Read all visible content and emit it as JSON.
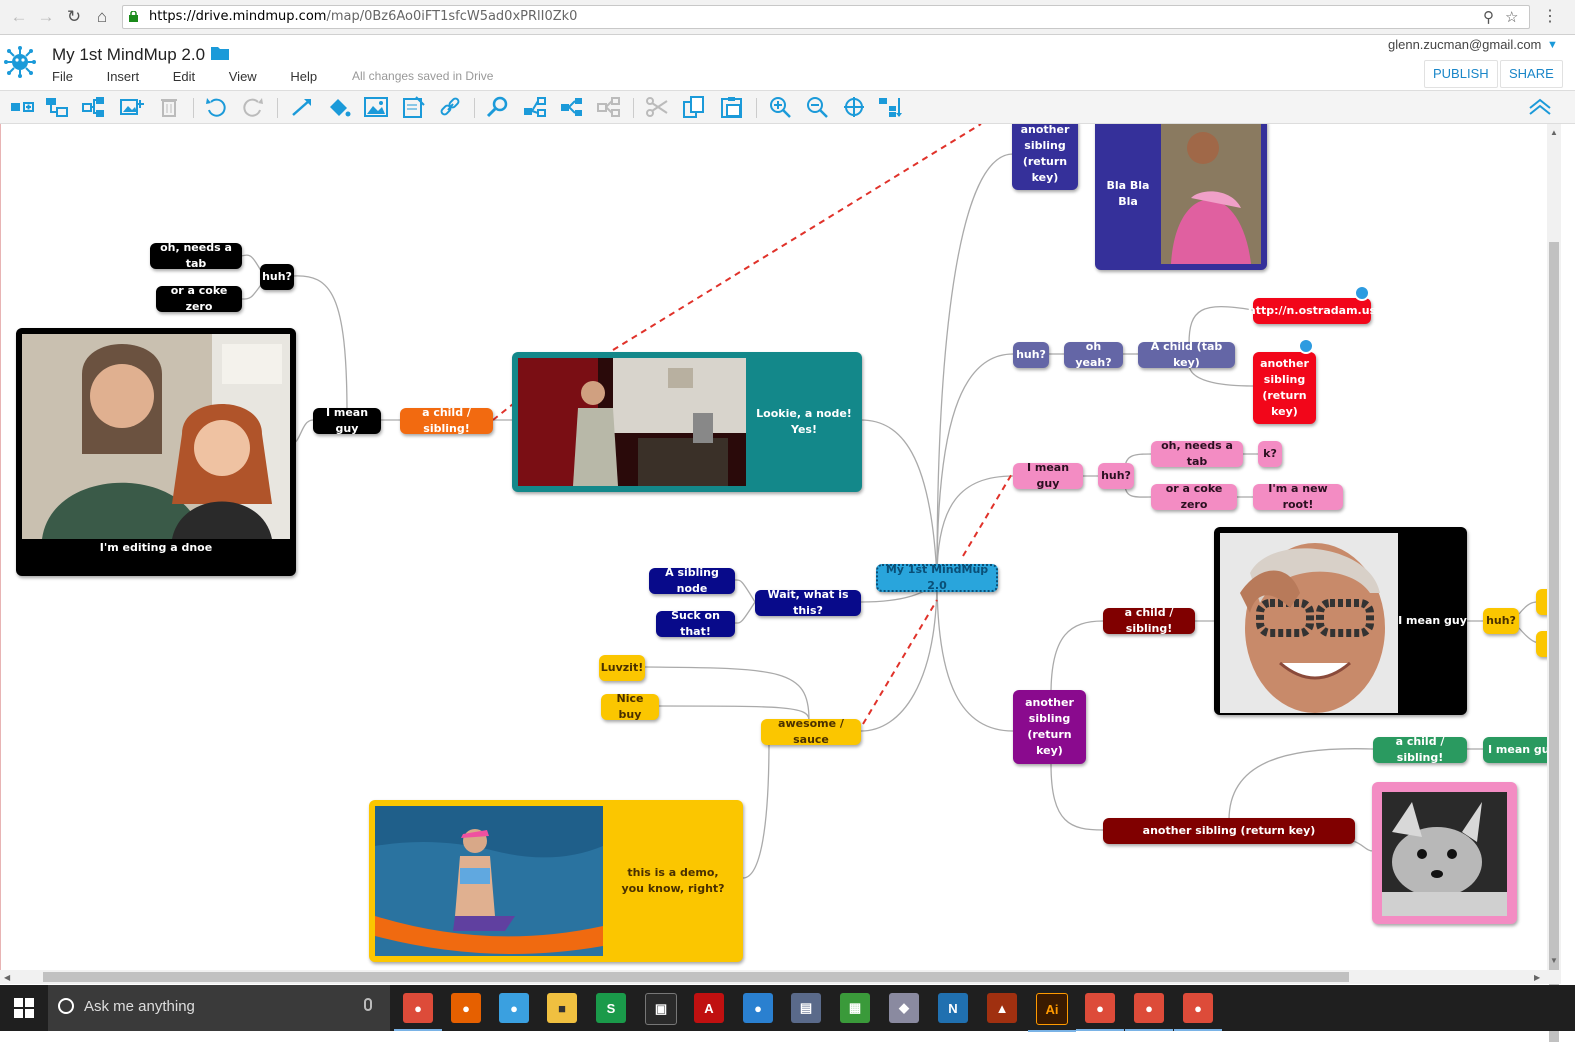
{
  "browser": {
    "url_host": "https://drive.mindmup.com",
    "url_path": "/map/0Bz6Ao0iFT1sfcW5ad0xPRlI0Zk0"
  },
  "app": {
    "title": "My 1st MindMup 2.0",
    "menu": [
      "File",
      "Insert",
      "Edit",
      "View",
      "Help"
    ],
    "save_status": "All changes saved in Drive",
    "user_email": "glenn.zucman@gmail.com",
    "publish_label": "PUBLISH",
    "share_label": "SHARE"
  },
  "toolbar_icons": [
    "add-child-icon",
    "add-sibling-icon",
    "insert-parent-icon",
    "add-image-icon",
    "delete-icon",
    "undo-icon",
    "redo-icon",
    "connect-icon",
    "color-fill-icon",
    "image-icon",
    "note-icon",
    "link-icon",
    "search-icon",
    "expand-icon",
    "collapse-icon",
    "collapse-all-icon",
    "cut-icon",
    "copy-icon",
    "paste-icon",
    "zoom-in-icon",
    "zoom-out-icon",
    "center-icon",
    "layout-icon",
    "collapse-toolbar-icon"
  ],
  "nodes": {
    "oh_needs_tab_left": "oh, needs a tab",
    "huh_left": "huh?",
    "coke_left": "or a coke zero",
    "photo_caption_left": "I'm editing a dnoe",
    "i_mean_guy_left": "I mean guy",
    "child_sibling_left": "a child / sibling!",
    "lookie": "Lookie, a node! Yes!",
    "another_sibling_top": "another sibling (return key)",
    "bla": "Bla Bla Bla",
    "huh_mid": "huh?",
    "oh_yeah": "oh yeah?",
    "child_tab_key": "A child (tab key)",
    "link_node": "http://n.ostradam.us",
    "another_sibling_red": "another sibling (return key)",
    "i_mean_guy_pink": "I mean guy",
    "huh_pink": "huh?",
    "oh_needs_tab_pink": "oh, needs a tab",
    "k": "k?",
    "coke_pink": "or a coke zero",
    "new_root": "I'm a new root!",
    "root": "My 1st MindMup 2.0",
    "sibling_node": "A sibling node",
    "wait": "Wait, what is this?",
    "suck": "Suck on that!",
    "luvzit": "Luvzit!",
    "nice_buy": "Nice buy",
    "awesome": "awesome / sauce",
    "demo": "this is a demo, you know, right?",
    "child_sibling_maroon": "a child / sibling!",
    "i_mean_guy_photo": "I mean guy",
    "huh_right": "huh?",
    "another_sibling_purple": "another sibling (return key)",
    "child_sibling_green": "a child / sibling!",
    "i_mean_guy_green": "I mean guy",
    "another_sibling_bottom": "another sibling (return key)"
  },
  "taskbar": {
    "search_placeholder": "Ask me anything"
  },
  "colors": {
    "accent": "#1a86c8",
    "root": "#29a5dc",
    "connector_dashed": "#e0322a"
  }
}
